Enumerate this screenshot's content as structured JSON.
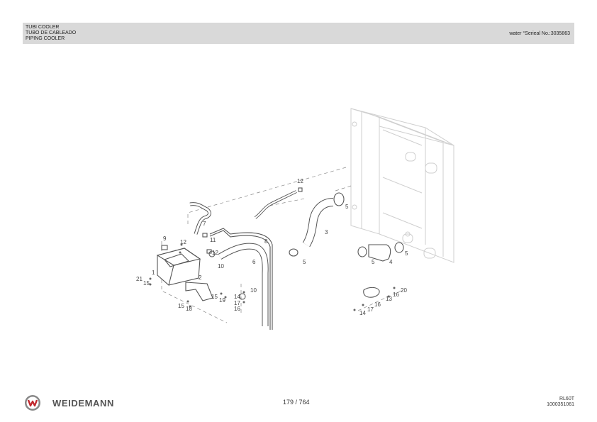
{
  "header": {
    "title_lines": [
      "TUBI COOLER",
      "TUBO DE CABLEADO",
      "PIPING COOLER"
    ],
    "serial": "water °Serieal No.:3035863"
  },
  "drawing": {
    "callouts": [
      {
        "id": "c12a",
        "text": "12"
      },
      {
        "id": "c5a",
        "text": "5"
      },
      {
        "id": "c3",
        "text": "3"
      },
      {
        "id": "c7",
        "text": "7"
      },
      {
        "id": "c11",
        "text": "11"
      },
      {
        "id": "c8",
        "text": "8"
      },
      {
        "id": "c9",
        "text": "9"
      },
      {
        "id": "c12b",
        "text": "12"
      },
      {
        "id": "c12c",
        "text": "12"
      },
      {
        "id": "c10a",
        "text": "10"
      },
      {
        "id": "c6",
        "text": "6"
      },
      {
        "id": "c5b",
        "text": "5"
      },
      {
        "id": "c5c",
        "text": "5"
      },
      {
        "id": "c4",
        "text": "4"
      },
      {
        "id": "c5d",
        "text": "5"
      },
      {
        "id": "c1",
        "text": "1"
      },
      {
        "id": "c21",
        "text": "21"
      },
      {
        "id": "c15a",
        "text": "15"
      },
      {
        "id": "c2",
        "text": "2"
      },
      {
        "id": "c10b",
        "text": "10"
      },
      {
        "id": "c14a",
        "text": "14"
      },
      {
        "id": "c17a",
        "text": "17"
      },
      {
        "id": "c16a",
        "text": "16"
      },
      {
        "id": "c15b",
        "text": "15"
      },
      {
        "id": "c19",
        "text": "19"
      },
      {
        "id": "c15c",
        "text": "15"
      },
      {
        "id": "c18",
        "text": "18"
      },
      {
        "id": "c20",
        "text": "20"
      },
      {
        "id": "c16b",
        "text": "16"
      },
      {
        "id": "c13",
        "text": "13"
      },
      {
        "id": "c16c",
        "text": "16"
      },
      {
        "id": "c17b",
        "text": "17"
      },
      {
        "id": "c14b",
        "text": "14"
      }
    ]
  },
  "footer": {
    "brand": "WEIDEMANN",
    "page": "179 / 764",
    "model": "RL60T",
    "doc_number": "1000351061"
  },
  "colors": {
    "header_bg": "#d9d9d9",
    "logo_red": "#c1272d",
    "line": "#555555"
  }
}
